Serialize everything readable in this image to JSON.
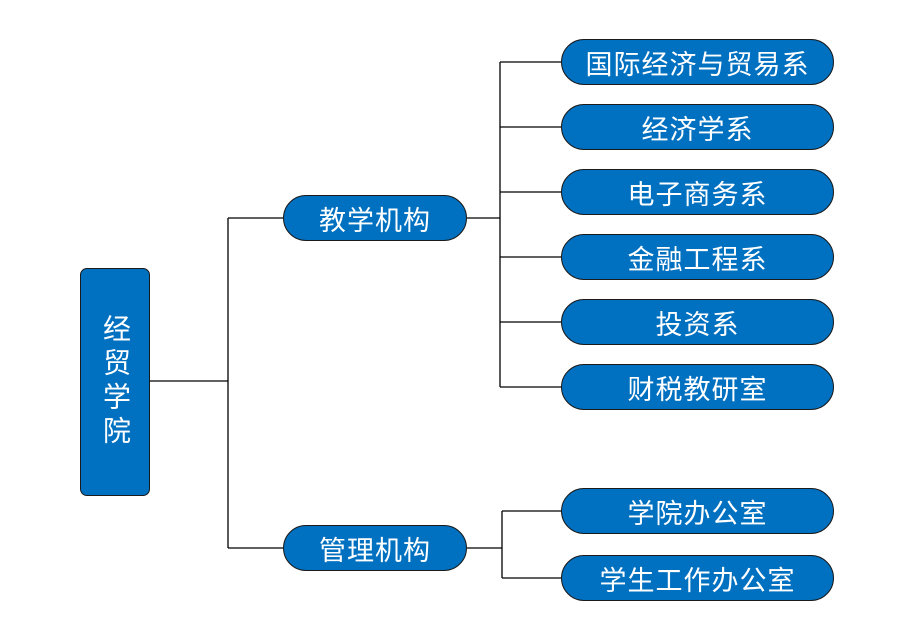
{
  "root": {
    "label": "经贸学院"
  },
  "branches": [
    {
      "label": "教学机构",
      "children": [
        "国际经济与贸易系",
        "经济学系",
        "电子商务系",
        "金融工程系",
        "投资系",
        "财税教研室"
      ]
    },
    {
      "label": "管理机构",
      "children": [
        "学院办公室",
        "学生工作办公室"
      ]
    }
  ],
  "colors": {
    "node_fill": "#0070c0",
    "node_border": "#1a1a1a",
    "text": "#ffffff",
    "connector": "#000000"
  }
}
